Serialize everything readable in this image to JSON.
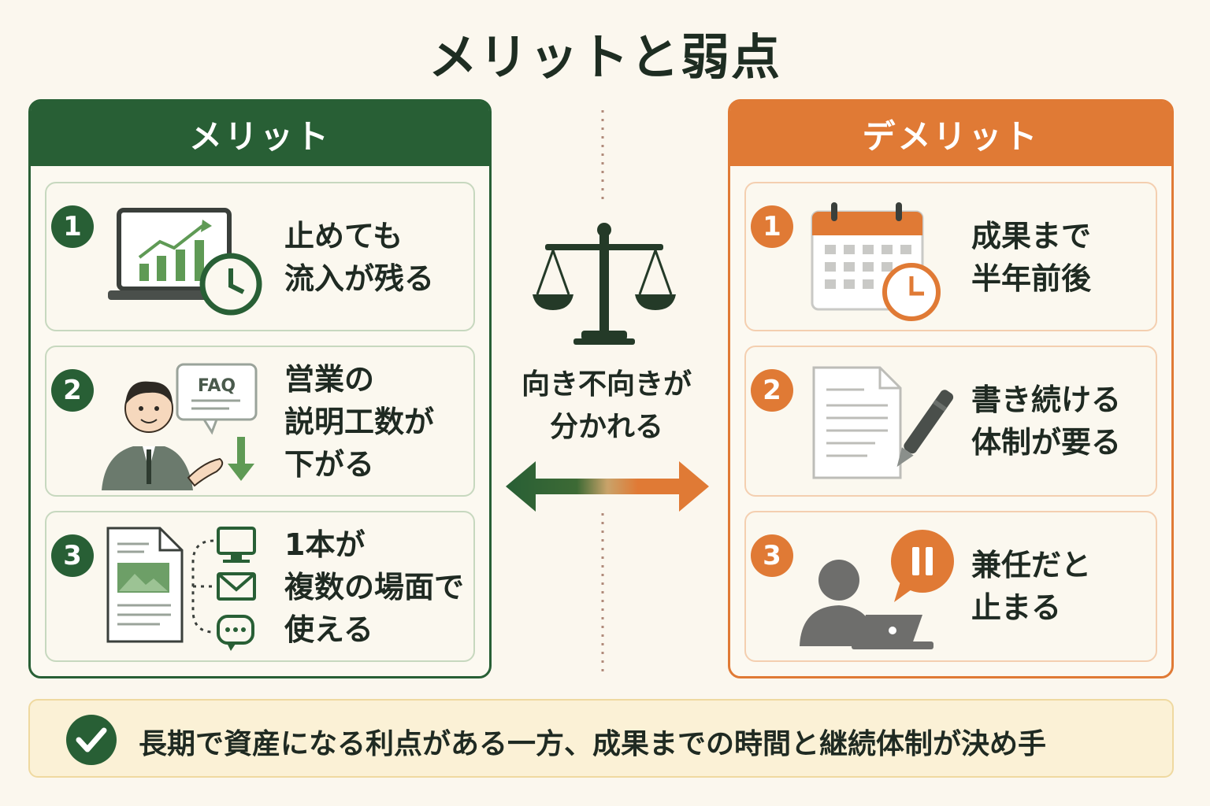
{
  "title": "メリットと弱点",
  "merit": {
    "header": "メリット",
    "items": [
      {
        "number": "1",
        "lines": [
          "止めても",
          "流入が残る"
        ]
      },
      {
        "number": "2",
        "lines": [
          "営業の",
          "説明工数が",
          "下がる"
        ],
        "faq": "FAQ"
      },
      {
        "number": "3",
        "lines": [
          "1本が",
          "複数の場面で",
          "使える"
        ]
      }
    ]
  },
  "demerit": {
    "header": "デメリット",
    "items": [
      {
        "number": "1",
        "lines": [
          "成果まで",
          "半年前後"
        ]
      },
      {
        "number": "2",
        "lines": [
          "書き続ける",
          "体制が要る"
        ]
      },
      {
        "number": "3",
        "lines": [
          "兼任だと",
          "止まる"
        ]
      }
    ]
  },
  "center": {
    "lines": [
      "向き不向きが",
      "分かれる"
    ]
  },
  "summary": {
    "text": "長期で資産になる利点がある一方、成果までの時間と継続体制が決め手"
  },
  "colors": {
    "merit": "#285f35",
    "demerit": "#e07a35",
    "summary_bg": "#fbf1d6"
  }
}
